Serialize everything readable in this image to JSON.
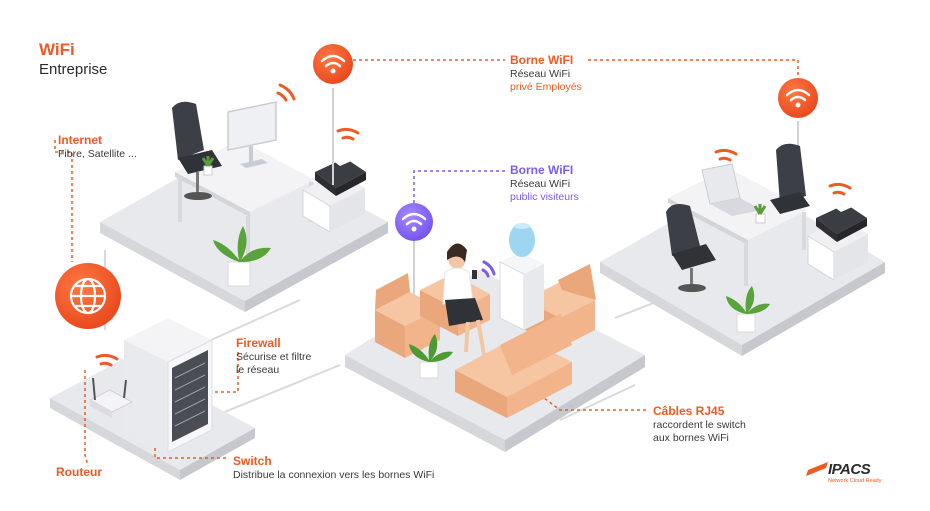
{
  "header": {
    "line1": "WiFi",
    "line2": "Entreprise"
  },
  "labels": {
    "internet": {
      "title": "Internet",
      "line1": "Fibre, Satellite ..."
    },
    "borne_employes": {
      "title": "Borne WiFI",
      "line1": "Réseau WiFi",
      "line2": "privé Employés"
    },
    "borne_visiteurs": {
      "title": "Borne WiFI",
      "line1": "Réseau WiFi",
      "line2": "public visiteurs"
    },
    "firewall": {
      "title": "Firewall",
      "line1": "Sécurise et filtre",
      "line2": "le réseau"
    },
    "switch": {
      "title": "Switch",
      "line1": "Distribue la connexion vers les bornes WiFi"
    },
    "routeur": {
      "title": "Routeur"
    },
    "cables": {
      "title": "Câbles RJ45",
      "line1": "raccordent le switch",
      "line2": "aux bornes WiFi"
    }
  },
  "logo": {
    "name": "IPACS",
    "tagline": "Network Cloud Ready"
  },
  "colors": {
    "accent_orange": "#ee5a24",
    "accent_purple": "#7b5cf0",
    "floor": "#e6e7ea",
    "sofa": "#f2b48a"
  },
  "icons": [
    "wifi-icon",
    "globe-icon",
    "router-icon",
    "server-rack-icon",
    "printer-icon",
    "laptop-icon",
    "monitor-icon",
    "office-chair-icon",
    "plant-icon",
    "water-cooler-icon",
    "sofa-icon",
    "person-icon"
  ]
}
